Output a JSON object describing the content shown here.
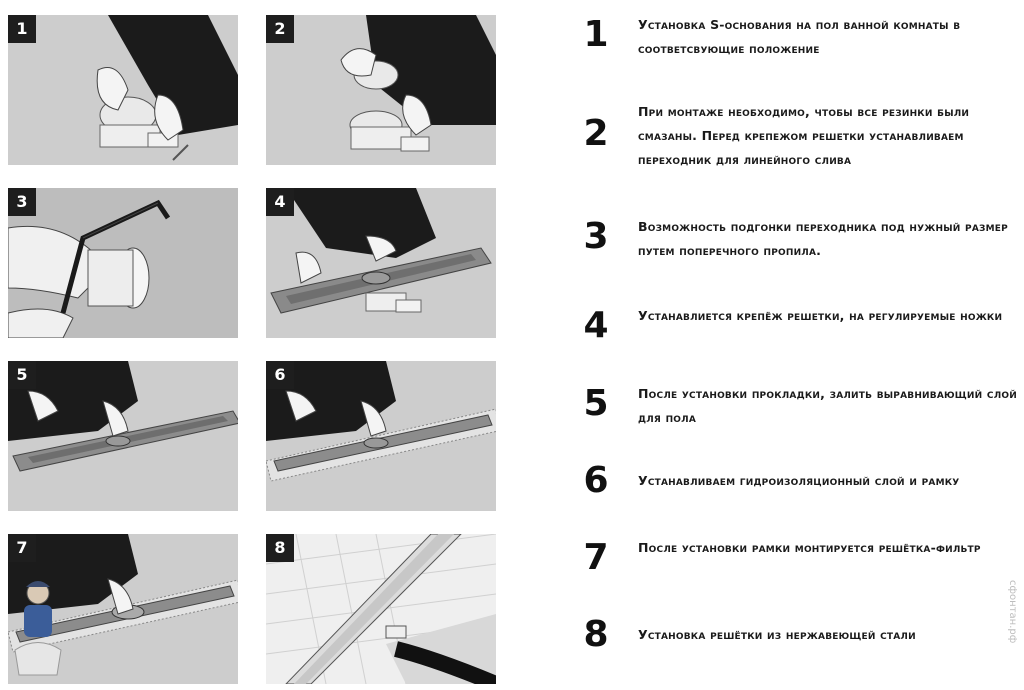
{
  "panels": [
    {
      "number": "1"
    },
    {
      "number": "2"
    },
    {
      "number": "3"
    },
    {
      "number": "4"
    },
    {
      "number": "5"
    },
    {
      "number": "6"
    },
    {
      "number": "7"
    },
    {
      "number": "8"
    }
  ],
  "steps": [
    {
      "number": "1",
      "text": "Установка S-основания на пол ванной комнаты в соответсвующие положение"
    },
    {
      "number": "2",
      "text": "При монтаже необходимо, чтобы все резинки были смазаны. Перед крепежом решетки устанавливаем переходник для линейного слива"
    },
    {
      "number": "3",
      "text": "Возможность подгонки переходника под нужный размер путем поперечного пропила."
    },
    {
      "number": "4",
      "text": "Устанавлиется крепёж решетки, на регулируемые ножки"
    },
    {
      "number": "5",
      "text": "После установки прокладки, залить выравнивающий слой для пола"
    },
    {
      "number": "6",
      "text": "Устанавливаем гидроизоляционный слой и рамку"
    },
    {
      "number": "7",
      "text": "После установки рамки монтируется решётка-фильтр"
    },
    {
      "number": "8",
      "text": "Установка решётки из нержавеющей стали"
    }
  ],
  "watermark": "сфонтан.рф"
}
